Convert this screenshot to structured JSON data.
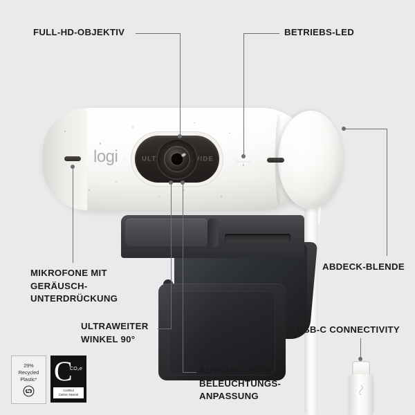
{
  "page": {
    "background_color": "#e9eaec",
    "product": "Logitech Brio 500 webcam",
    "language": "de"
  },
  "callouts": [
    {
      "id": "lens",
      "label": "FULL-HD-OBJEKTIV"
    },
    {
      "id": "led",
      "label": "BETRIEBS-LED"
    },
    {
      "id": "mic",
      "label": "MIKROFONE MIT\nGERÄUSCH-\nUNTERDRÜCKUNG"
    },
    {
      "id": "ultra",
      "label": "ULTRAWEITER\nWINKEL 90°"
    },
    {
      "id": "auto",
      "label": "AUTOMATISCHE\nBELEUCHTUNGS-\nANPASSUNG"
    },
    {
      "id": "blende",
      "label": "ABDECK-BLENDE"
    },
    {
      "id": "usbc",
      "label": "USB-C CONNECTIVITY"
    }
  ],
  "device": {
    "brand_wordmark": "logi",
    "lens_ring_text_left": "ULTRA",
    "lens_ring_text_right": "WIDE",
    "body_color": "#f4f3f0",
    "mount_color": "#2b2d30",
    "leader_line_color": "#6d6e71",
    "text_color": "#1b1b1d"
  },
  "badges": {
    "recycled": {
      "line1": "29%",
      "line2": "Recycled",
      "line3": "Plastic*",
      "icon": "recycling-loop-icon"
    },
    "carbon_neutral": {
      "big_letter": "C",
      "subscript": "CO₂e",
      "tag_line1": "Certified",
      "tag_line2": "Carbon Neutral"
    }
  }
}
